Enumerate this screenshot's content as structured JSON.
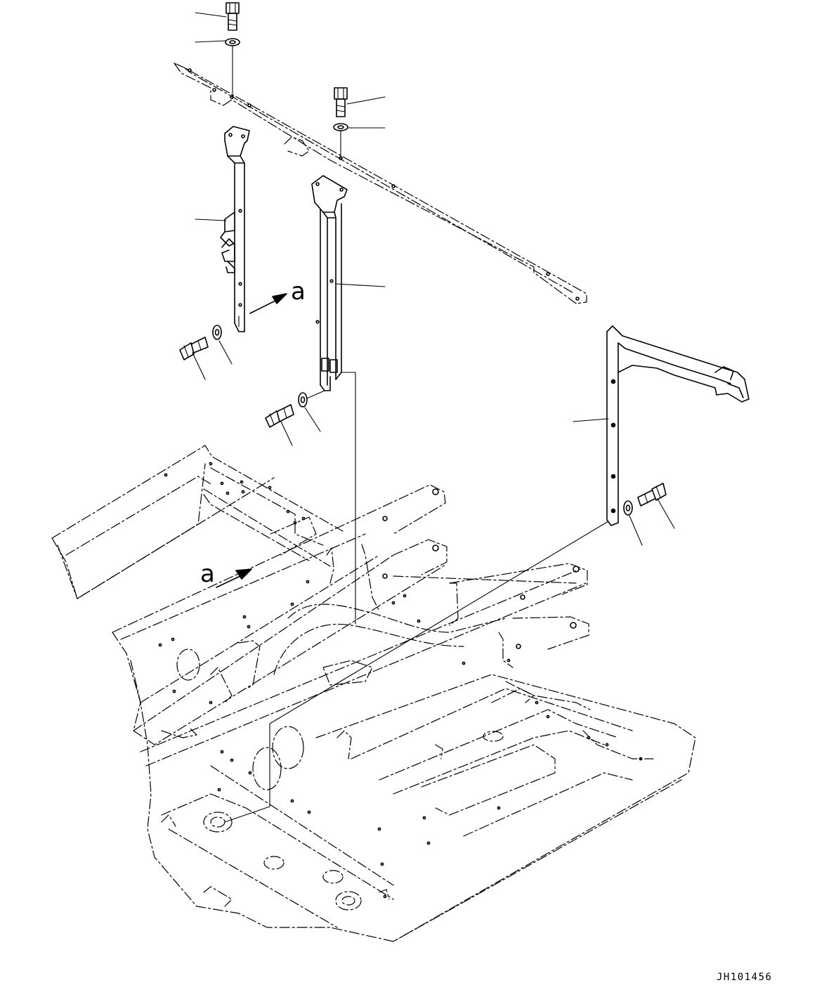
{
  "view_marker": "a",
  "view_marker_target": "a",
  "drawing_code": "JH101456"
}
